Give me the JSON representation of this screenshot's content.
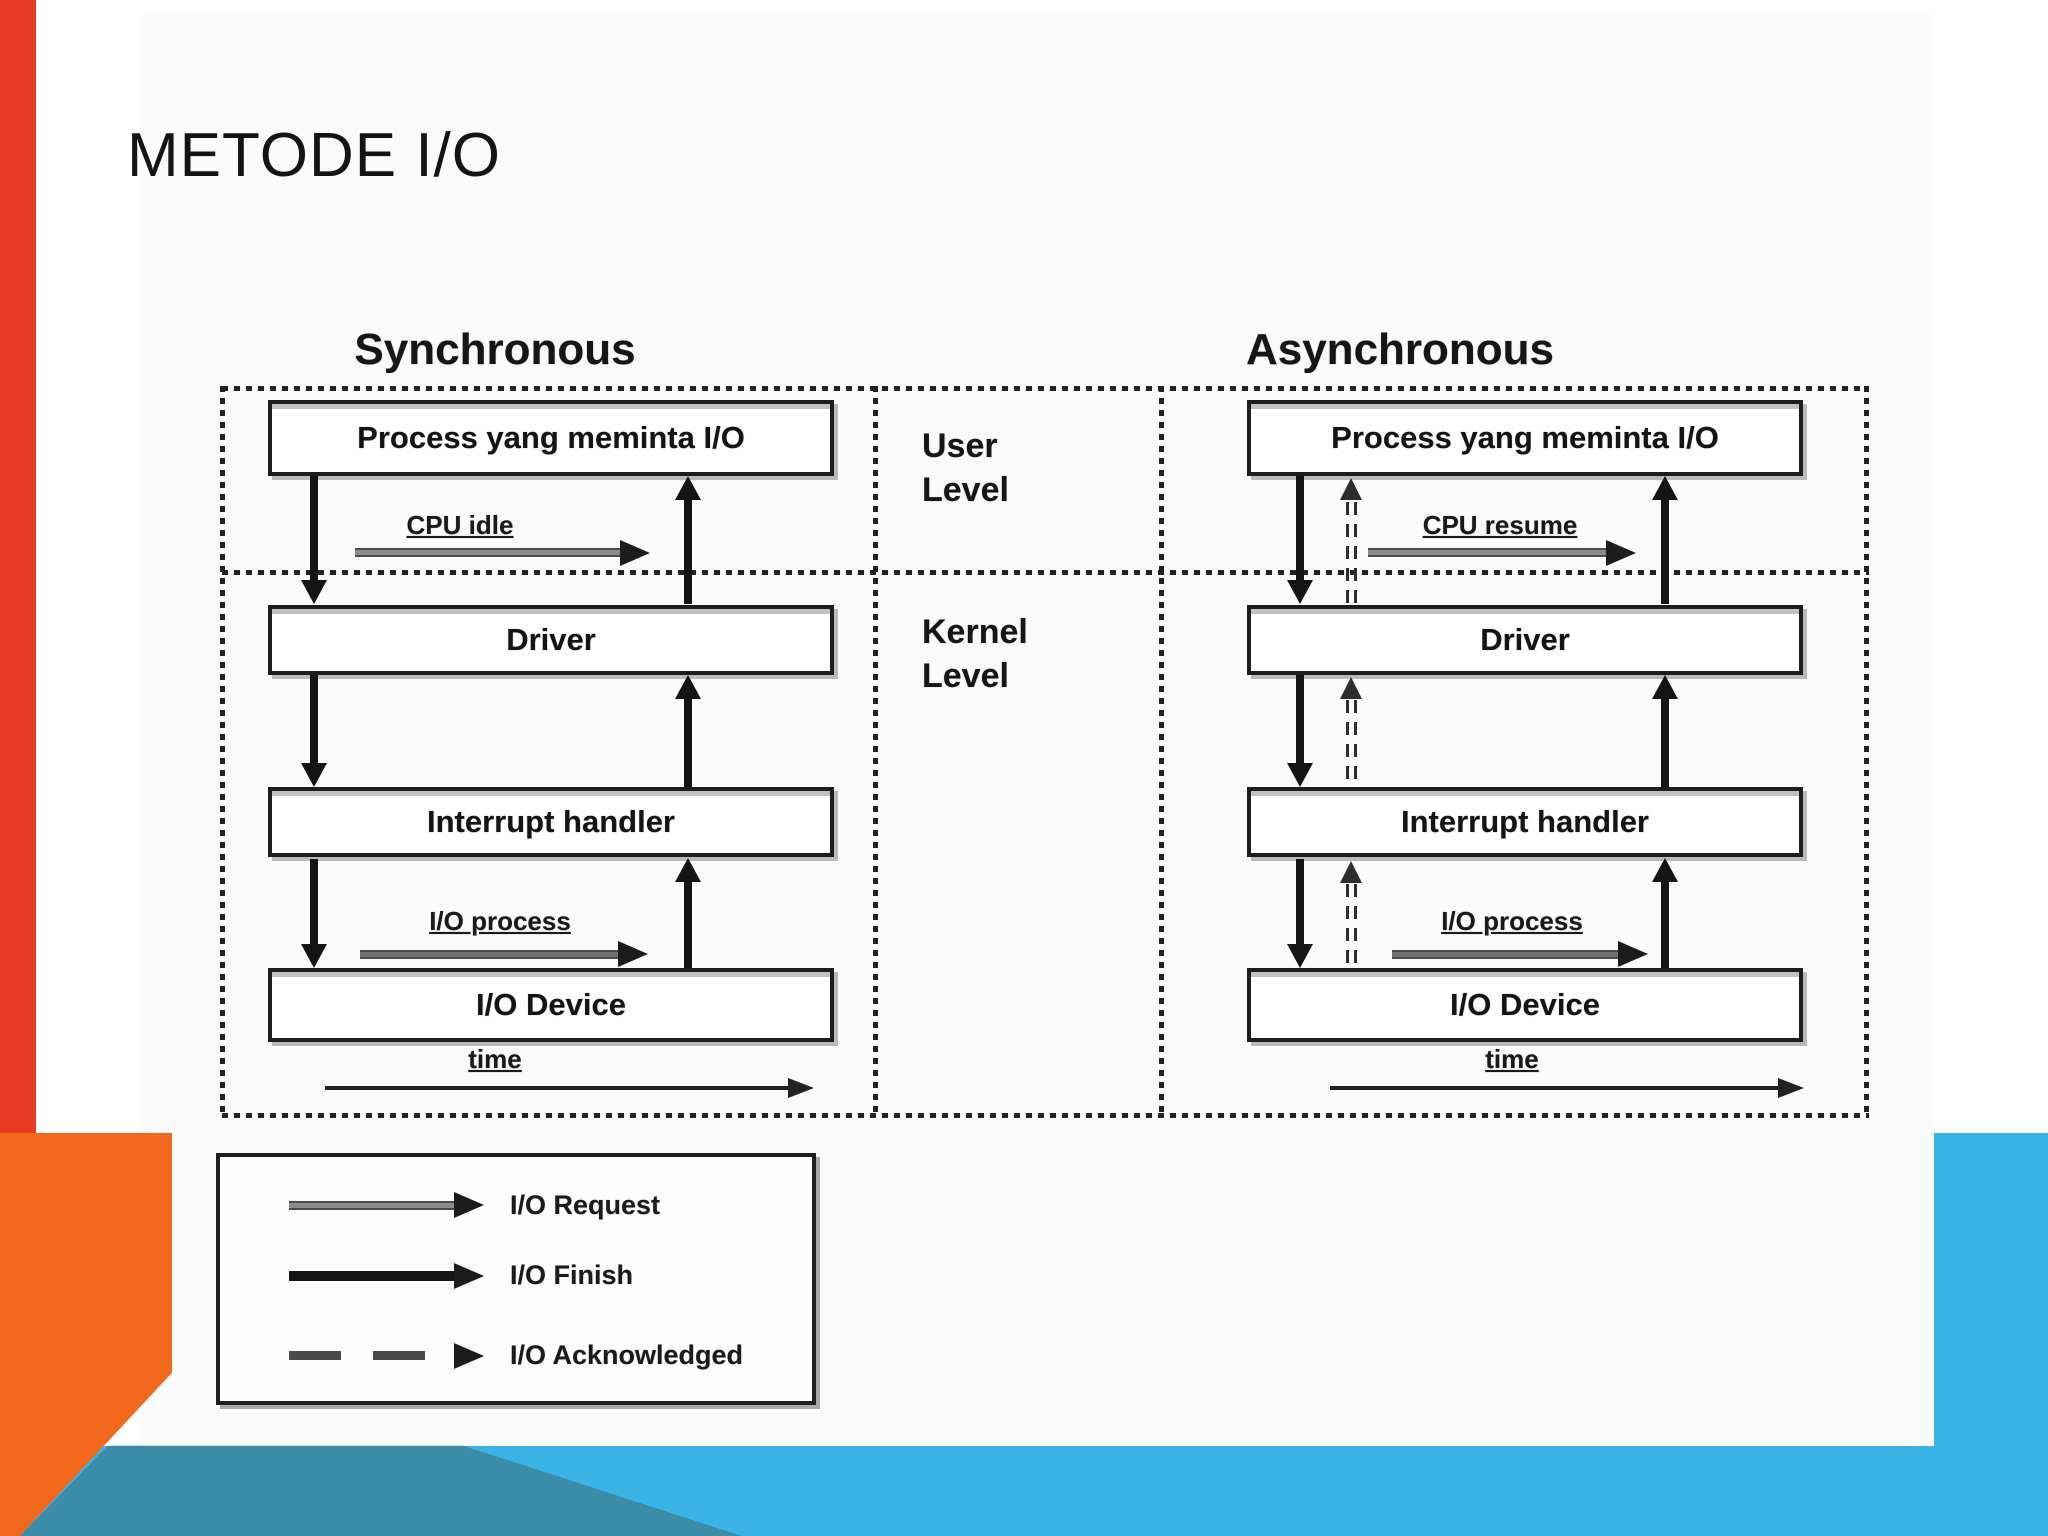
{
  "title": "METODE I/O",
  "diagram": {
    "sync": {
      "header": "Synchronous",
      "process_box": "Process yang meminta I/O",
      "driver_box": "Driver",
      "interrupt_box": "Interrupt handler",
      "device_box": "I/O Device",
      "cpu_arrow_label": "CPU idle",
      "io_arrow_label": "I/O process",
      "time_label": "time"
    },
    "asynch": {
      "header": "Asynchronous",
      "process_box": "Process yang meminta I/O",
      "driver_box": "Driver",
      "interrupt_box": "Interrupt handler",
      "device_box": "I/O Device",
      "cpu_arrow_label": "CPU resume",
      "io_arrow_label": "I/O process",
      "time_label": "time"
    },
    "levels": {
      "user": "User\nLevel",
      "kernel": "Kernel\nLevel"
    }
  },
  "legend": {
    "request": "I/O Request",
    "finish": "I/O Finish",
    "acknowledged": "I/O Acknowledged"
  },
  "colors": {
    "accent_red": "#e73b23",
    "accent_orange": "#f2691d",
    "teal_light": "#3cb3e5",
    "teal_dark": "#3a8ca9"
  }
}
